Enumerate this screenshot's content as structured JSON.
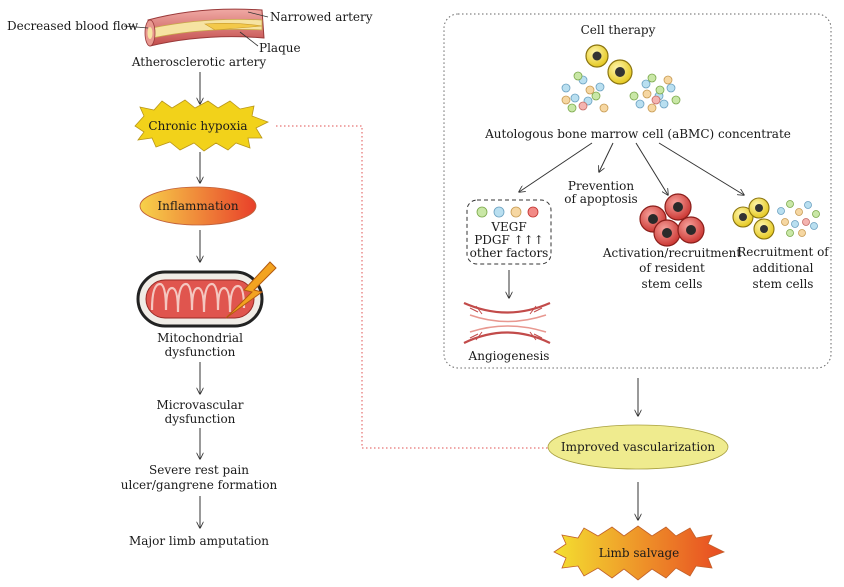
{
  "artery": {
    "left_label": "Decreased blood flow",
    "top_label": "Narrowed artery",
    "plaque_label": "Plaque",
    "caption": "Atherosclerotic artery"
  },
  "left_flow": {
    "hypoxia": "Chronic hypoxia",
    "inflammation": "Inflammation",
    "mito_line1": "Mitochondrial",
    "mito_line2": "dysfunction",
    "micro_line1": "Microvascular",
    "micro_line2": "dysfunction",
    "pain_line1": "Severe rest pain",
    "pain_line2": "ulcer/gangrene formation",
    "amputation": "Major limb amputation"
  },
  "cell_therapy": {
    "title": "Cell therapy",
    "concentrate": "Autologous bone marrow cell (aBMC) concentrate",
    "prevention_line1": "Prevention",
    "prevention_line2": "of apoptosis",
    "factors": {
      "line1": "VEGF",
      "line2": "PDGF ↑↑↑",
      "line3": "other factors"
    },
    "angiogenesis": "Angiogenesis",
    "activation_line1": "Activation/recruitment",
    "activation_line2": "of resident",
    "activation_line3": "stem cells",
    "recruit_line1": "Recruitment of",
    "recruit_line2": "additional",
    "recruit_line3": "stem cells"
  },
  "outcomes": {
    "vascularization": "Improved vascularization",
    "salvage": "Limb salvage"
  },
  "colors": {
    "hypoxia_fill": "#f2d21a",
    "inflammation_start": "#f7d24a",
    "inflammation_end": "#e8402a",
    "vascularization_fill": "#efeb8e",
    "salvage_start": "#f4e030",
    "salvage_end": "#e84a22",
    "dotted_connector": "#e05050",
    "yellow_cell": "#f2d81e",
    "red_cell": "#d83a34"
  }
}
